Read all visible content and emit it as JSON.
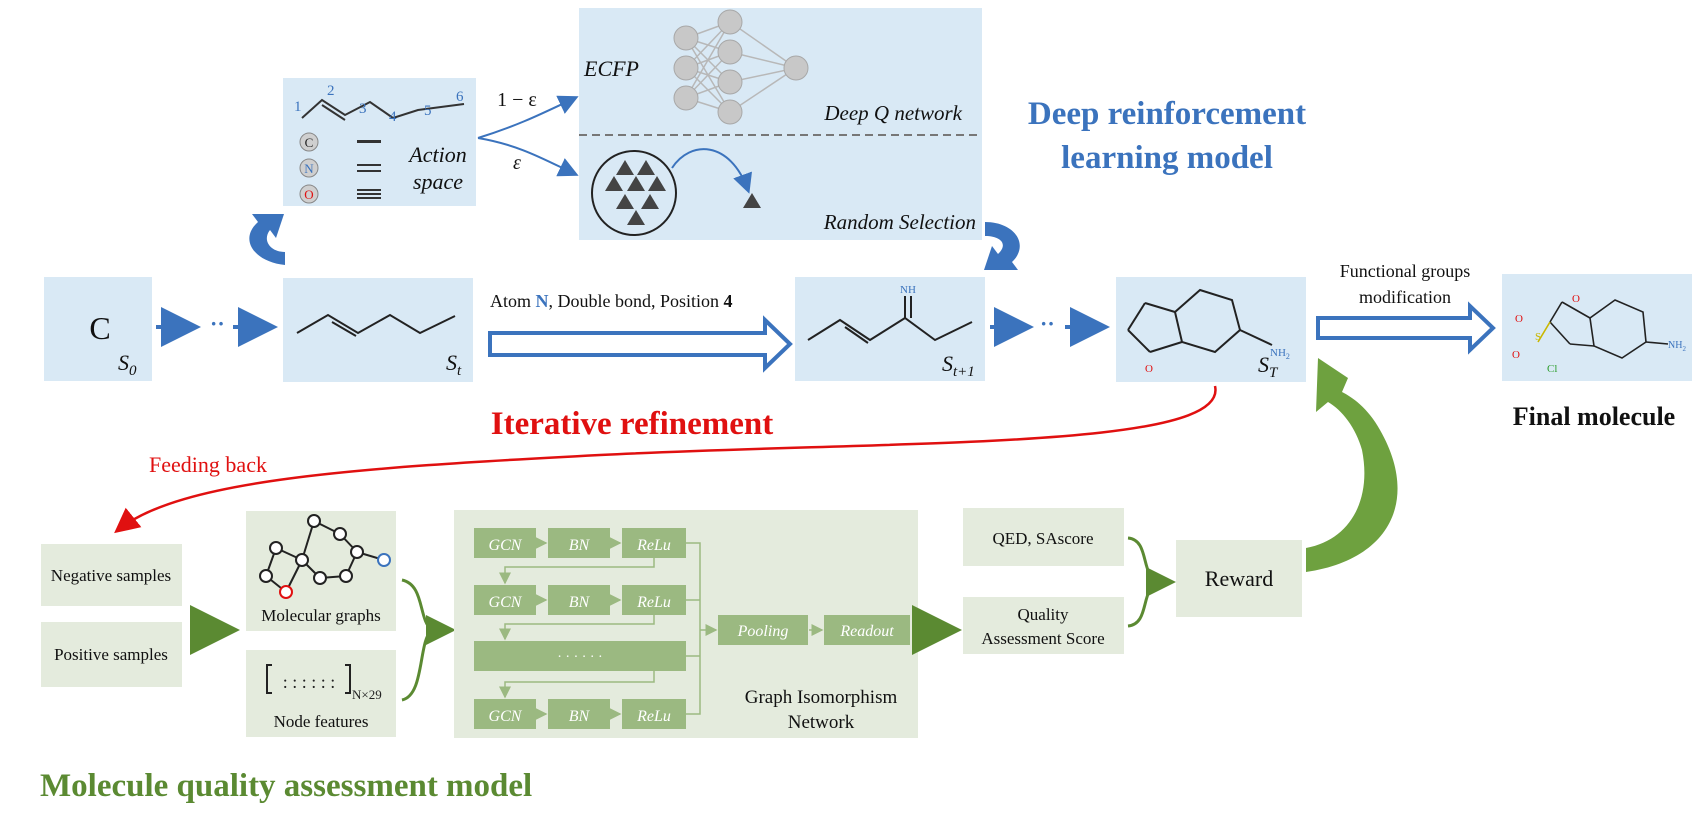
{
  "titles": {
    "drl_line1": "Deep reinforcement",
    "drl_line2": "learning model",
    "iterative": "Iterative refinement",
    "mqa": "Molecule quality assessment model",
    "final": "Final molecule"
  },
  "action_space": {
    "label_line1": "Action",
    "label_line2": "space",
    "positions": [
      "1",
      "2",
      "3",
      "4",
      "5",
      "6"
    ],
    "atoms": [
      "C",
      "N",
      "O"
    ]
  },
  "epsilon": {
    "top": "1 − ε",
    "bottom": "ε"
  },
  "policy": {
    "ecfp": "ECFP",
    "dqn": "Deep Q network",
    "random": "Random Selection"
  },
  "states": {
    "s0_atom": "C",
    "s0": "S",
    "s0_sub": "0",
    "st": "S",
    "st_sub": "t",
    "st1": "S",
    "st1_sub": "t+1",
    "sT": "S",
    "sT_sub": "T",
    "dots": "··"
  },
  "action_text": {
    "part1": "Atom ",
    "atom": "N",
    "part2": ", Double bond, Position ",
    "pos": "4"
  },
  "molecule_labels": {
    "nh": "NH",
    "nh2": "NH",
    "nh2_sub": "2",
    "o": "O",
    "cl": "Cl",
    "s": "S",
    "o1": "O",
    "o2": "O"
  },
  "functional": {
    "line1": "Functional groups",
    "line2": "modification"
  },
  "feeding_back": "Feeding back",
  "samples": {
    "negative": "Negative samples",
    "positive": "Positive samples"
  },
  "inputs": {
    "graphs": "Molecular graphs",
    "features": "Node features",
    "matrix_dots": ": : : : : :",
    "matrix_sub": "N×29"
  },
  "gin": {
    "rows": [
      [
        "GCN",
        "BN",
        "ReLu"
      ],
      [
        "GCN",
        "BN",
        "ReLu"
      ],
      [
        "GCN",
        "BN",
        "ReLu"
      ]
    ],
    "ellipsis": "· · · · · ·",
    "pooling": "Pooling",
    "readout": "Readout",
    "name_line1": "Graph Isomorphism",
    "name_line2": "Network"
  },
  "scores": {
    "qed": "QED, SAscore",
    "quality_line1": "Quality",
    "quality_line2": "Assessment Score",
    "reward": "Reward"
  },
  "colors": {
    "blue": "#3b73bd",
    "red": "#e01010",
    "green": "#5b8a32",
    "pale_blue": "#d9e9f5",
    "pale_green": "#e4ebdd",
    "node_green": "#9bb981"
  }
}
